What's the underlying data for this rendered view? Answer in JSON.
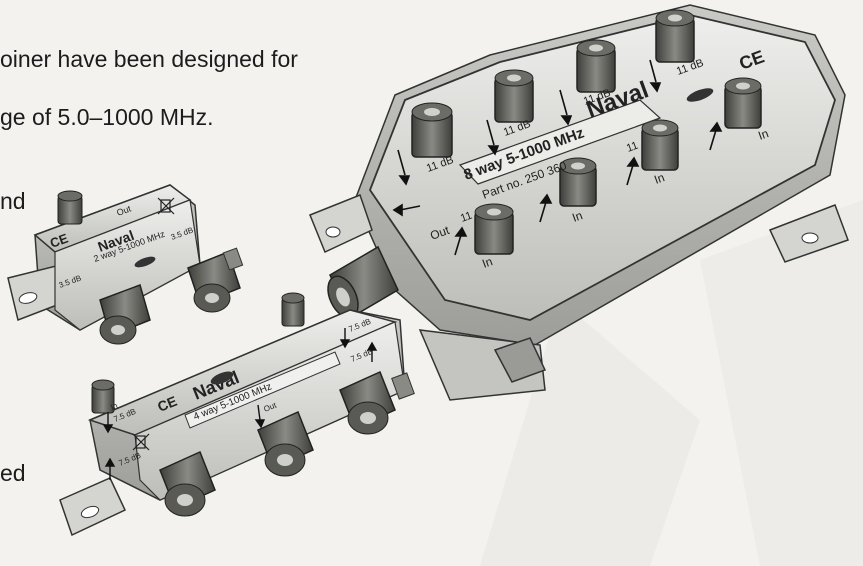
{
  "text_lines": [
    "oiner have been designed  for",
    "ge of 5.0–1000 MHz.",
    "nd",
    "ed"
  ],
  "large_splitter": {
    "brand": "Naval",
    "model_label": "8 way 5-1000 MHz",
    "part_label": "Part no. 250 360",
    "ce_mark": "CE",
    "port_gain": "11 dB",
    "port_gain_short": "11",
    "in_label": "In",
    "out_label": "Out"
  },
  "small_splitter": {
    "brand": "Naval",
    "model_label": "2 way 5-1000 MHz",
    "out_label": "Out",
    "ce_mark": "CE",
    "gain_label": "3.5 dB"
  },
  "mid_splitter": {
    "brand": "Naval",
    "model_label": "4 way 5-1000 MHz",
    "ce_mark": "CE",
    "out_label": "Out",
    "in_label": "In",
    "gain_label": "7.5 dB"
  },
  "icons": [
    "weee-bin-icon",
    "flow-arrow-icon",
    "f-connector-icon"
  ],
  "colors": {
    "body_metal": "#d9d9d6",
    "shadow_metal": "#a9a9a5",
    "connector_dark": "#4a4a46",
    "text": "#1c1c1c"
  }
}
